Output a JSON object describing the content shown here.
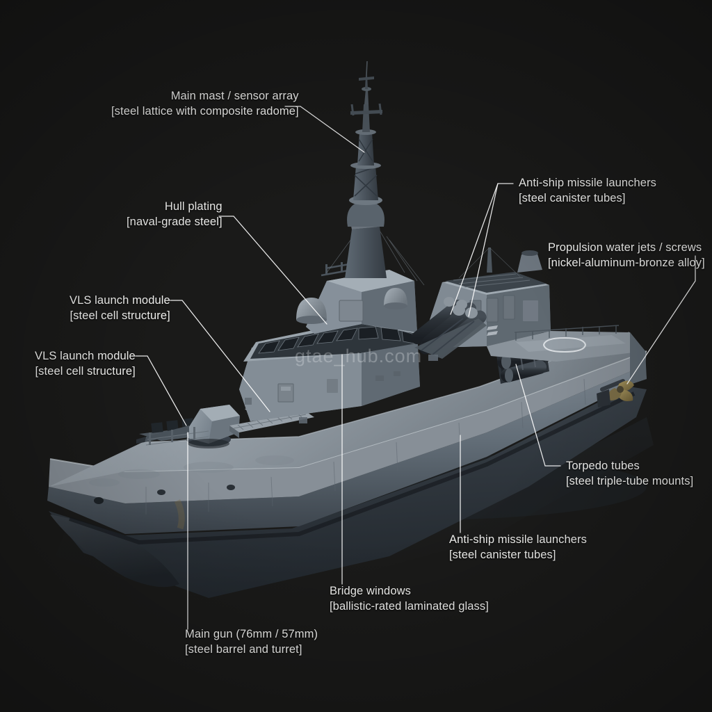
{
  "scene": {
    "background_color": "#1a1a19",
    "subject": "naval-frigate-3d-render",
    "watermark": "gtae_hub.com"
  },
  "palette": {
    "hull_light": "#97a0a8",
    "hull_mid": "#6e7a85",
    "hull_dark": "#49535c",
    "hull_shadow": "#2f363d",
    "deck": "#8d969e",
    "superstructure": "#7d8891",
    "mast": "#5d6771",
    "tube_dark": "#2b3036",
    "propeller_bronze": "#8a7b52",
    "leader_line": "#ffffff",
    "label_text": "#f2f2f0"
  },
  "annotations": [
    {
      "id": "main-mast",
      "title": "Main mast / sensor array",
      "material": "[steel lattice with composite radome]"
    },
    {
      "id": "hull-plating",
      "title": "Hull plating",
      "material": "[naval-grade steel]"
    },
    {
      "id": "vls-upper",
      "title": "VLS launch module",
      "material": "[steel cell structure]"
    },
    {
      "id": "vls-lower",
      "title": "VLS launch module",
      "material": "[steel cell structure]"
    },
    {
      "id": "asm-upper",
      "title": "Anti-ship missile launchers",
      "material": "[steel canister tubes]"
    },
    {
      "id": "propulsion",
      "title": "Propulsion water jets / screws",
      "material": "[nickel-aluminum-bronze alloy]"
    },
    {
      "id": "torpedo",
      "title": "Torpedo tubes",
      "material": "[steel triple-tube mounts]"
    },
    {
      "id": "asm-lower",
      "title": "Anti-ship missile launchers",
      "material": "[steel canister tubes]"
    },
    {
      "id": "bridge",
      "title": "Bridge windows",
      "material": "[ballistic-rated laminated glass]"
    },
    {
      "id": "main-gun",
      "title": "Main gun (76mm / 57mm)",
      "material": "[steel barrel and turret]"
    }
  ]
}
